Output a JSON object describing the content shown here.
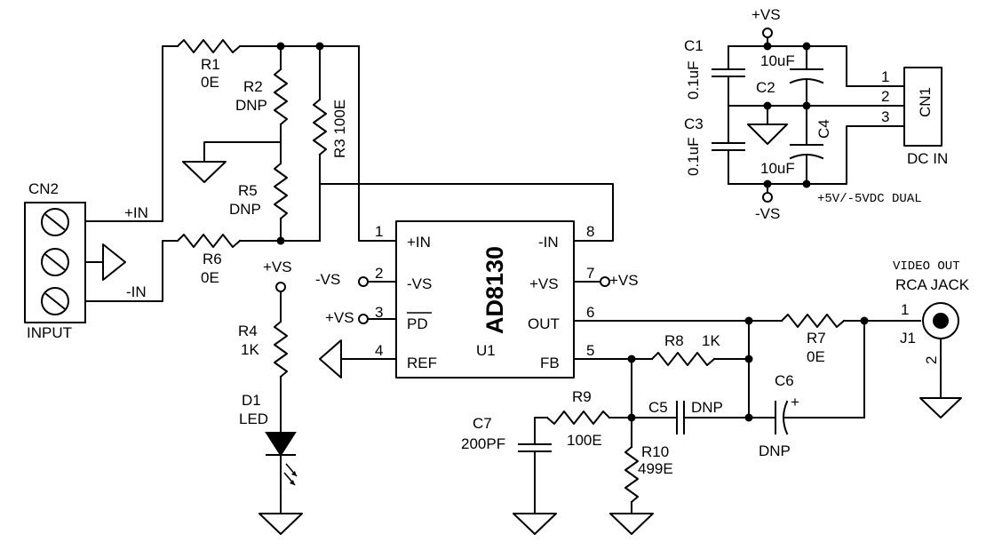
{
  "labels": {
    "cn2": "CN2",
    "input": "INPUT",
    "plus_in": "+IN",
    "minus_in": "-IN",
    "r1": "R1",
    "r1_val": "0E",
    "r2": "R2",
    "r2_val": "DNP",
    "r3": "R3 100E",
    "r5": "R5",
    "r5_val": "DNP",
    "r6": "R6",
    "r6_val": "0E",
    "vs_led": "+VS",
    "r4": "R4",
    "r4_val": "1K",
    "d1": "D1",
    "d1_val": "LED",
    "u1_name": "AD8130",
    "u1": "U1",
    "pins": {
      "p1": "1",
      "p2": "2",
      "p3": "3",
      "p4": "4",
      "p5": "5",
      "p6": "6",
      "p7": "7",
      "p8": "8"
    },
    "pin_names": {
      "in_plus": "+IN",
      "vs_minus": "-VS",
      "pd": "PD",
      "ref": "REF",
      "in_minus": "-IN",
      "vs_plus": "+VS",
      "out": "OUT",
      "fb": "FB"
    },
    "ext_vs_minus": "-VS",
    "ext_vs_plus_pd": "+VS",
    "ext_vs_plus_7": "+VS",
    "r8": "R8",
    "r8_val": "1K",
    "r7": "R7",
    "r7_val": "0E",
    "r9": "R9",
    "r9_val": "100E",
    "r10": "R10",
    "r10_val": "499E",
    "c5": "C5",
    "c5_val": "DNP",
    "c6": "C6",
    "c6_val": "DNP",
    "c6_plus": "+",
    "c7": "C7",
    "c7_val": "200PF",
    "video_out": "VIDEO OUT",
    "rca_jack": "RCA JACK",
    "j1": "J1",
    "j1_pin1": "1",
    "j1_pin2": "2",
    "supply_plus": "+VS",
    "supply_minus": "-VS",
    "c1": "C1",
    "c1_val": "0.1uF",
    "c2": "C2",
    "c2_val": "10uF",
    "c3": "C3",
    "c3_val": "0.1uF",
    "c4": "C4",
    "c4_val": "10uF",
    "cn1": "CN1",
    "cn1_p1": "1",
    "cn1_p2": "2",
    "cn1_p3": "3",
    "dc_in": "DC IN",
    "dual_supply": "+5V/-5VDC DUAL"
  }
}
